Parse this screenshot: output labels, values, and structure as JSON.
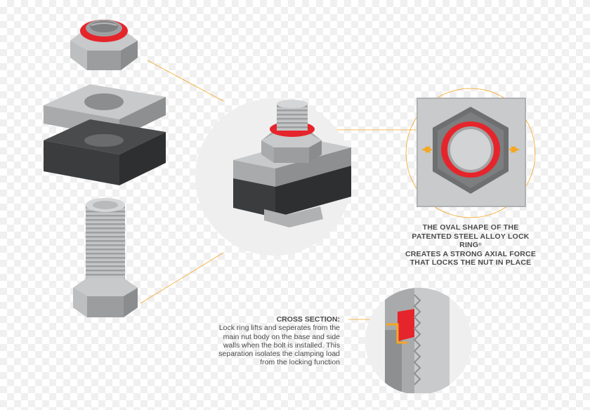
{
  "captions": {
    "oval_line1": "THE OVAL SHAPE OF THE",
    "oval_line2": "PATENTED STEEL ALLOY LOCK RING",
    "oval_registered": "®",
    "oval_line3": "CREATES A STRONG AXIAL FORCE",
    "oval_line4": "THAT LOCKS THE NUT IN PLACE",
    "cross_title": "CROSS SECTION:",
    "cross_line1": "Lock ring lifts and seperates from the",
    "cross_line2": "main nut body on the base and side",
    "cross_line3": "walls when the bolt is installed. This",
    "cross_line4": "separation isolates the clamping load",
    "cross_line5": "from the locking function"
  },
  "colors": {
    "accent_red": "#e5252b",
    "callout_orange": "#f5a623",
    "steel_light": "#c9cacb",
    "steel_mid": "#a8a9aa",
    "steel_dark": "#7c7d7e",
    "rubber": "#3b3c3e"
  }
}
